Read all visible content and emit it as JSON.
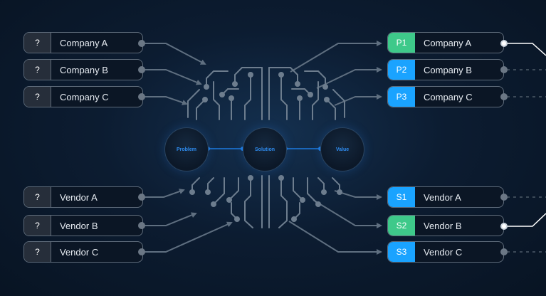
{
  "companies_left": [
    {
      "badge": "?",
      "label": "Company A"
    },
    {
      "badge": "?",
      "label": "Company B"
    },
    {
      "badge": "?",
      "label": "Company C"
    }
  ],
  "vendors_left": [
    {
      "badge": "?",
      "label": "Vendor A"
    },
    {
      "badge": "?",
      "label": "Vendor B"
    },
    {
      "badge": "?",
      "label": "Vendor C"
    }
  ],
  "companies_right": [
    {
      "badge": "P1",
      "label": "Company A",
      "color": "#3ec98a"
    },
    {
      "badge": "P2",
      "label": "Company B",
      "color": "#1aa3ff"
    },
    {
      "badge": "P3",
      "label": "Company C",
      "color": "#1aa3ff"
    }
  ],
  "vendors_right": [
    {
      "badge": "S1",
      "label": "Vendor A",
      "color": "#1aa3ff"
    },
    {
      "badge": "S2",
      "label": "Vendor B",
      "color": "#3ec98a"
    },
    {
      "badge": "S3",
      "label": "Vendor C",
      "color": "#1aa3ff"
    }
  ],
  "center_nodes": [
    "Problem",
    "Solution",
    "Value"
  ],
  "colors": {
    "background": "#0c1c31",
    "wire": "#5f6f80",
    "brain": "#6d7d8e",
    "accent": "#1d7be0",
    "green": "#3ec98a",
    "blue": "#1aa3ff"
  }
}
